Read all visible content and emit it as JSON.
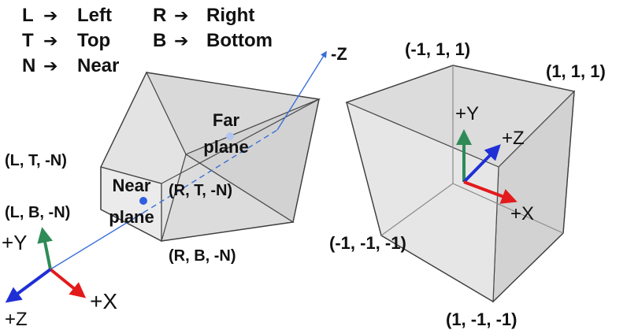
{
  "legend": [
    {
      "key": "L",
      "value": "Left"
    },
    {
      "key": "T",
      "value": "Top"
    },
    {
      "key": "N",
      "value": "Near"
    },
    {
      "key": "R",
      "value": "Right"
    },
    {
      "key": "B",
      "value": "Bottom"
    }
  ],
  "legend_arrow": "➔",
  "frustum": {
    "corner_lt": "(L, T, -N)",
    "corner_lb": "(L, B, -N)",
    "corner_rt": "(R, T, -N)",
    "corner_rb": "(R, B, -N)",
    "far_plane": [
      "Far",
      "plane"
    ],
    "near_plane": [
      "Near",
      "plane"
    ],
    "neg_z_label": "-Z",
    "axis_y": "+Y",
    "axis_x": "+X",
    "axis_z": "+Z"
  },
  "cube": {
    "corner_m1_1_1": "(-1, 1, 1)",
    "corner_1_1_1": "(1, 1, 1)",
    "corner_m1_m1_m1": "(-1, -1, -1)",
    "corner_1_m1_m1": "(1, -1, -1)",
    "axis_y": "+Y",
    "axis_z": "+Z",
    "axis_x": "+X"
  },
  "colors": {
    "x_axis": "#e31a1c",
    "y_axis": "#2e8b57",
    "z_axis": "#1f2fd6",
    "view_ray": "#3a6fd8",
    "face_fill": "#e6e6e6",
    "edge": "#4a4a4a"
  }
}
